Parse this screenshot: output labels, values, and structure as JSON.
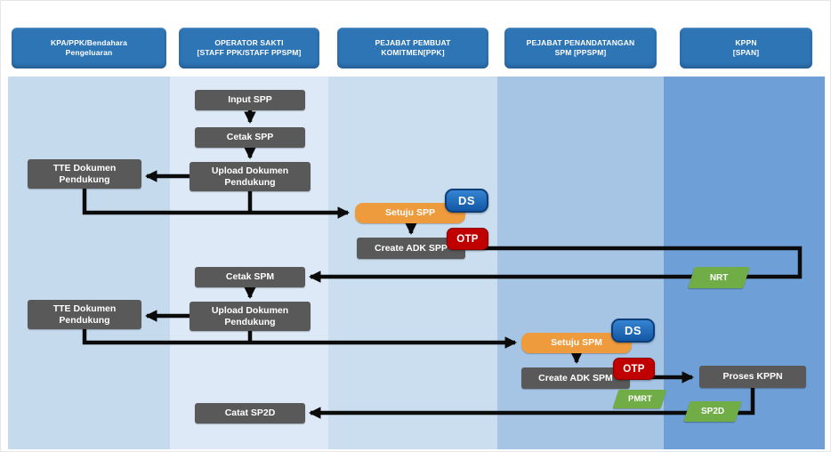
{
  "diagram": {
    "lanes": [
      {
        "line1": "KPA/PPK/Bendahara",
        "line2": "Pengeluaran"
      },
      {
        "line1": "OPERATOR SAKTI",
        "line2": "[STAFF PPK/STAFF PPSPM]"
      },
      {
        "line1": "PEJABAT PEMBUAT",
        "line2": "KOMITMEN[PPK]"
      },
      {
        "line1": "PEJABAT PENANDATANGAN",
        "line2": "SPM [PPSPM]"
      },
      {
        "line1": "KPPN",
        "line2": "[SPAN]"
      }
    ],
    "nodes": {
      "input_spp": "Input SPP",
      "cetak_spp": "Cetak SPP",
      "upload_dok_spp": "Upload Dokumen Pendukung",
      "tte_dok_spp": "TTE Dokumen Pendukung",
      "setuju_spp": "Setuju SPP",
      "create_adk_spp": "Create ADK SPP",
      "cetak_spm": "Cetak SPM",
      "upload_dok_spm": "Upload Dokumen Pendukung",
      "tte_dok_spm": "TTE Dokumen Pendukung",
      "setuju_spm": "Setuju SPM",
      "create_adk_spm": "Create ADK SPM",
      "proses_kppn": "Proses KPPN",
      "catat_sp2d": "Catat SP2D"
    },
    "badges": {
      "ds_spp": "DS",
      "otp_spp": "OTP",
      "nrt": "NRT",
      "ds_spm": "DS",
      "otp_spm": "OTP",
      "pmrt": "PMRT",
      "sp2d": "SP2D"
    },
    "colors": {
      "header": "#2e75b6",
      "node_gray": "#595959",
      "node_approve_orange": "#ee9b3d",
      "badge_ds_blue": "#1257a4",
      "badge_otp_red": "#c00000",
      "badge_green": "#70ad47",
      "arrow_black": "#0b0b0b",
      "lane_fills": [
        "#c6daee",
        "#dde9f6",
        "#cadeef",
        "#a6c5e5",
        "#6e9fd6"
      ]
    }
  }
}
